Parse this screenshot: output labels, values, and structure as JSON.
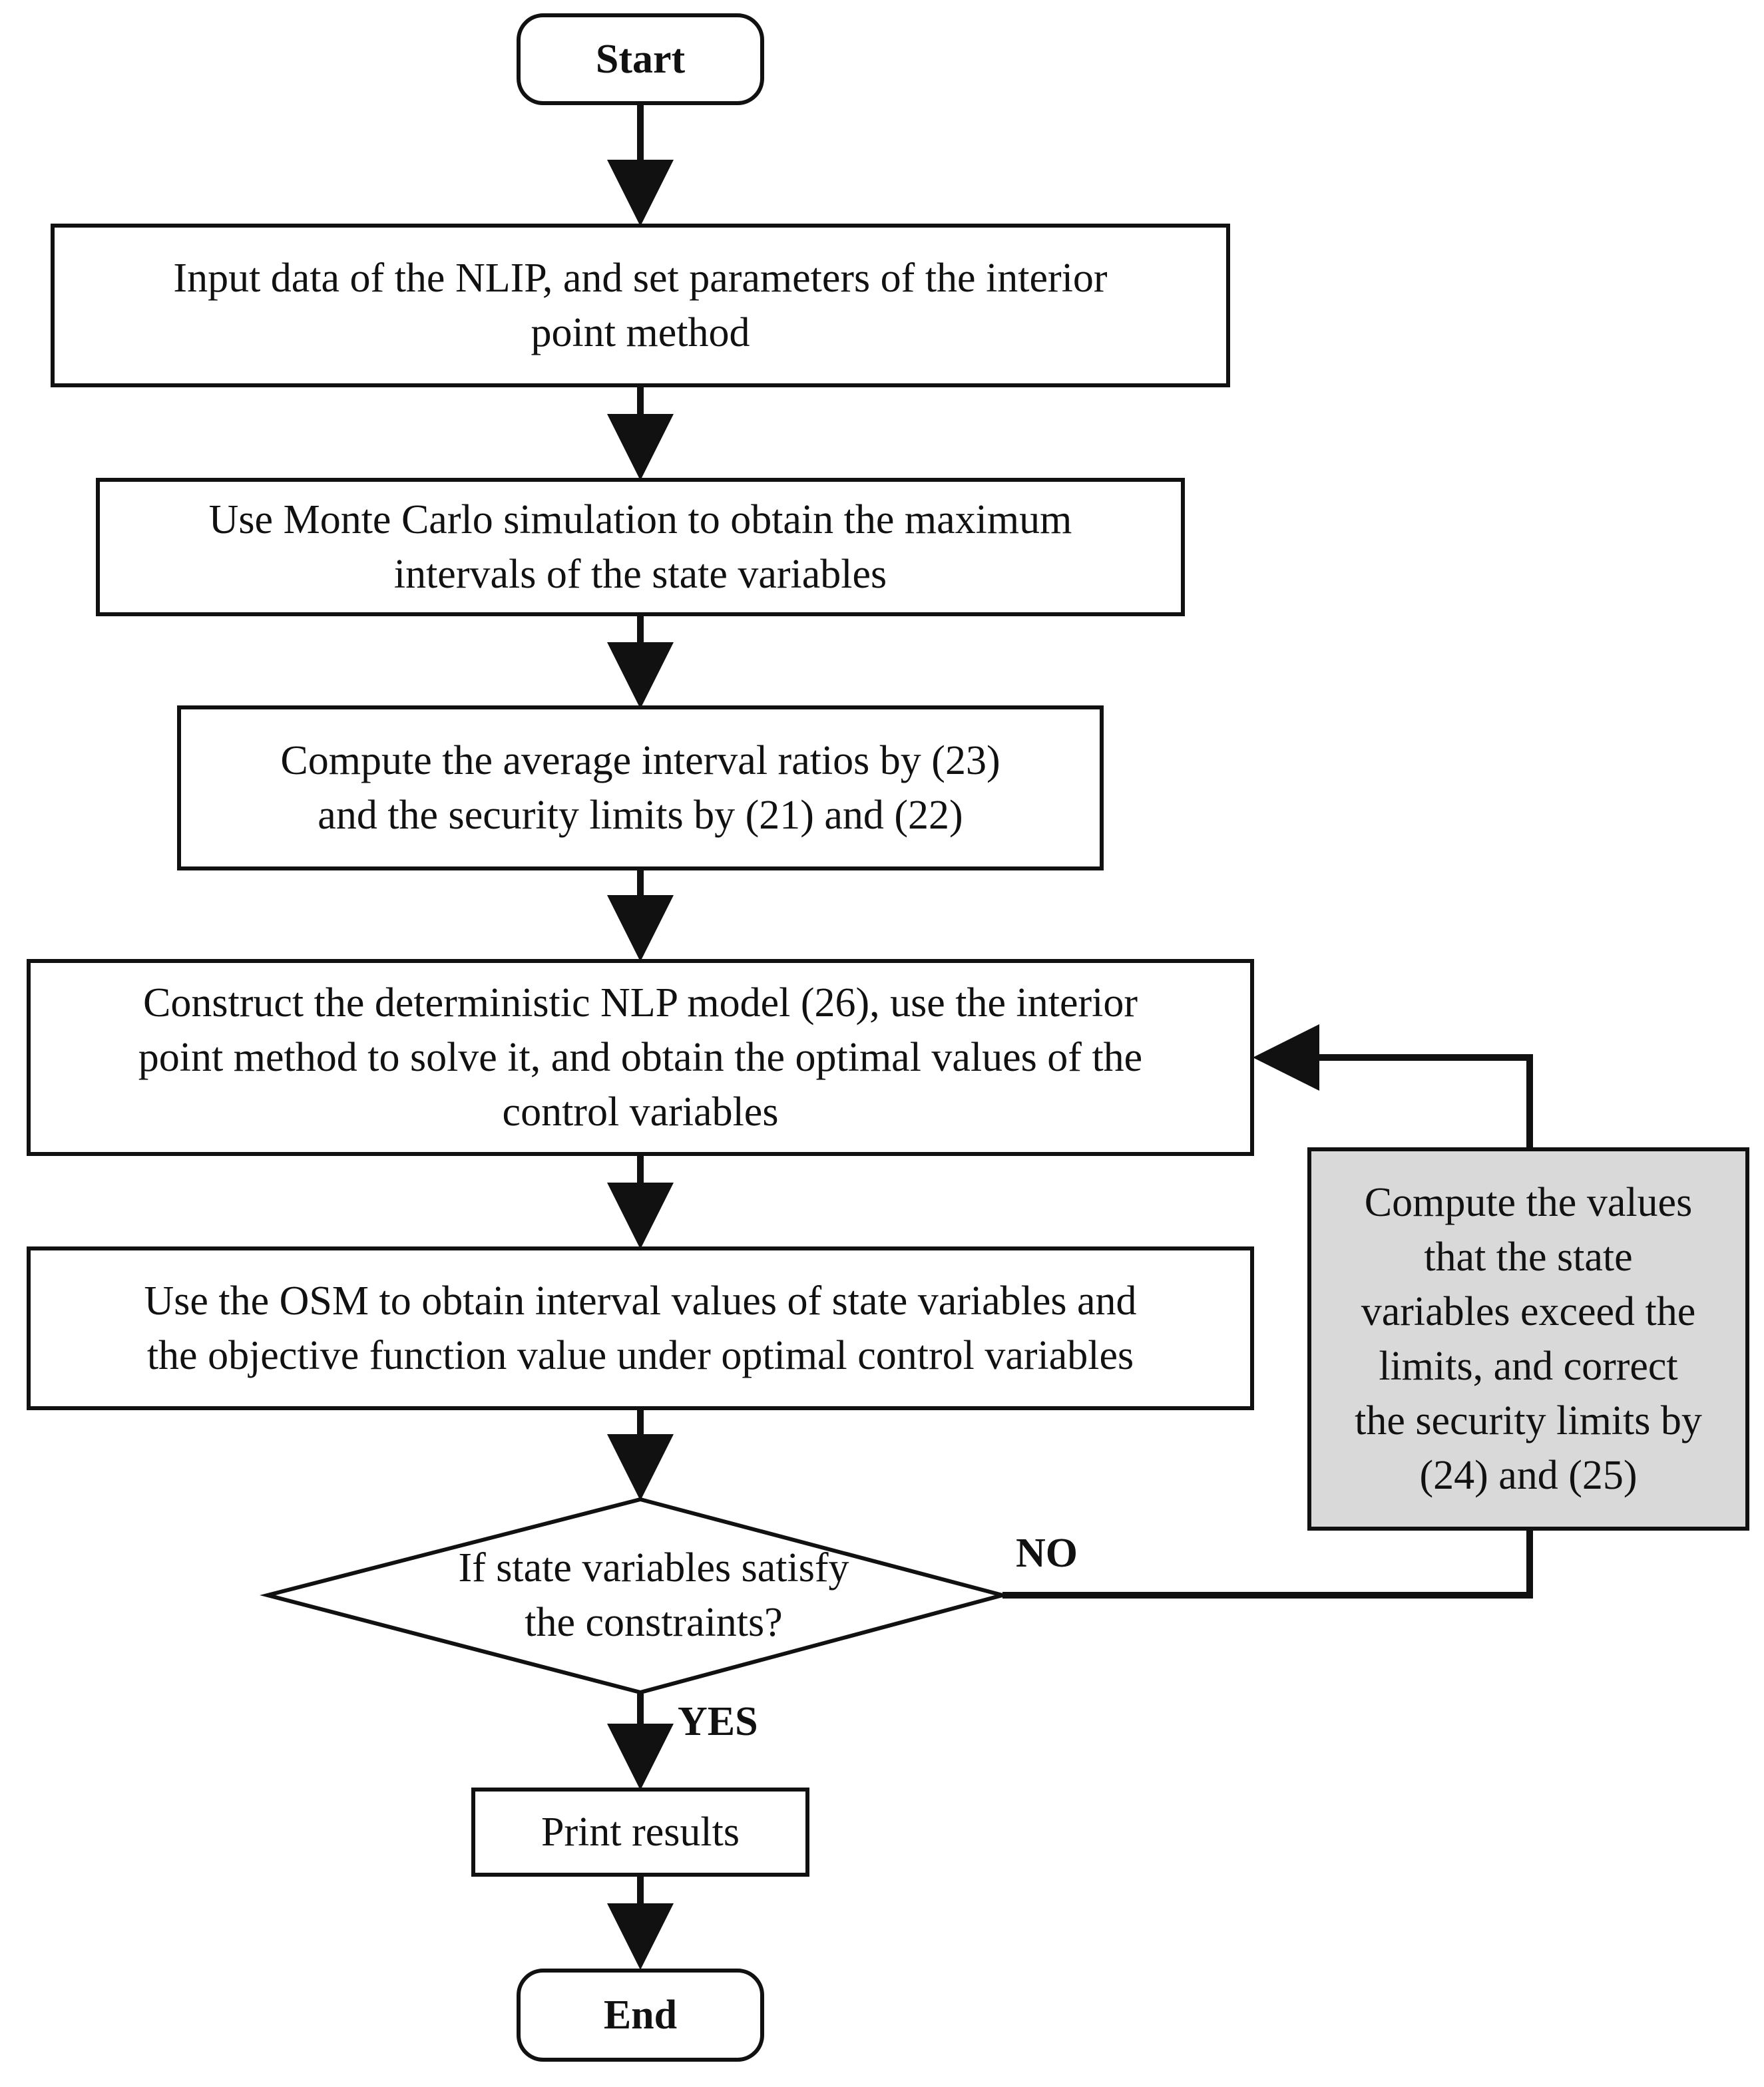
{
  "nodes": {
    "start": "Start",
    "input": "Input  data of the NLIP, and set parameters of the interior\npoint method",
    "monte_carlo": "Use  Monte Carlo simulation to obtain the maximum\nintervals of the state variables",
    "compute_ratios": "Compute  the average interval ratios by (23)\nand the security limits by (21) and (22)",
    "construct": "Construct  the deterministic  NLP  model (26), use the interior\npoint method to solve it, and obtain the optimal values of the\ncontrol variables",
    "osm": "Use the OSM to obtain interval values of state variables and\nthe objective function value under optimal control variables",
    "decision": "If state variables satisfy\nthe constraints?",
    "correct": "Compute the values\nthat the state\nvariables exceed the\nlimits, and  correct\nthe security limits  by\n(24) and (25)",
    "print": "Print results",
    "end": "End"
  },
  "edge_labels": {
    "no": "NO",
    "yes": "YES"
  },
  "colors": {
    "stroke": "#111111",
    "shaded_fill": "#d9d9d9",
    "background": "#ffffff"
  }
}
